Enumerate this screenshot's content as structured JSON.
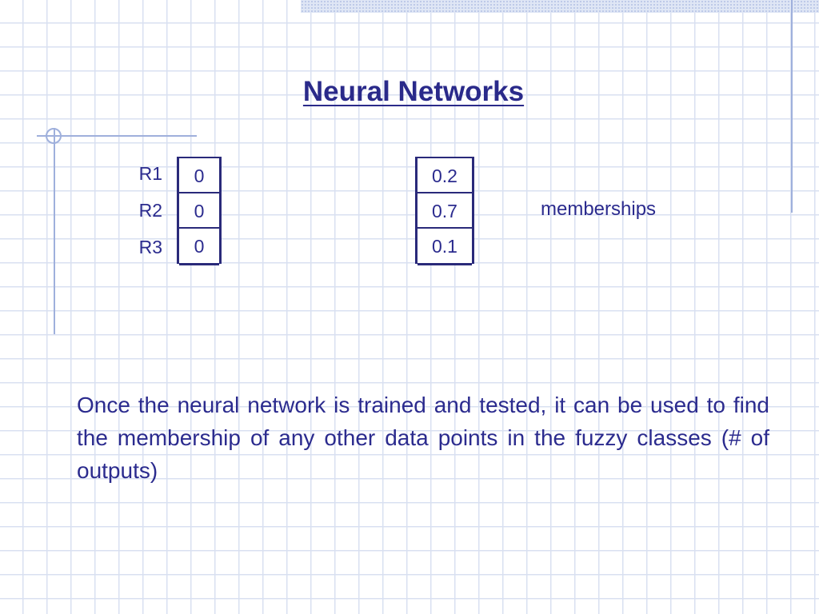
{
  "slide": {
    "title": "Neural Networks",
    "row_labels": [
      "R1",
      "R2",
      "R3"
    ],
    "input_vector": [
      "0",
      "0",
      "0"
    ],
    "output_vector": [
      "0.2",
      "0.7",
      "0.1"
    ],
    "output_caption": "memberships",
    "body_text": "Once the neural network is trained and tested, it can be used to find the membership of any other data points in the fuzzy classes (# of outputs)"
  },
  "colors": {
    "text": "#2b2b8e",
    "vector_border": "#2a2a7a",
    "grid_line": "#d9e0f1",
    "accent_rule": "#9fb0dc"
  }
}
